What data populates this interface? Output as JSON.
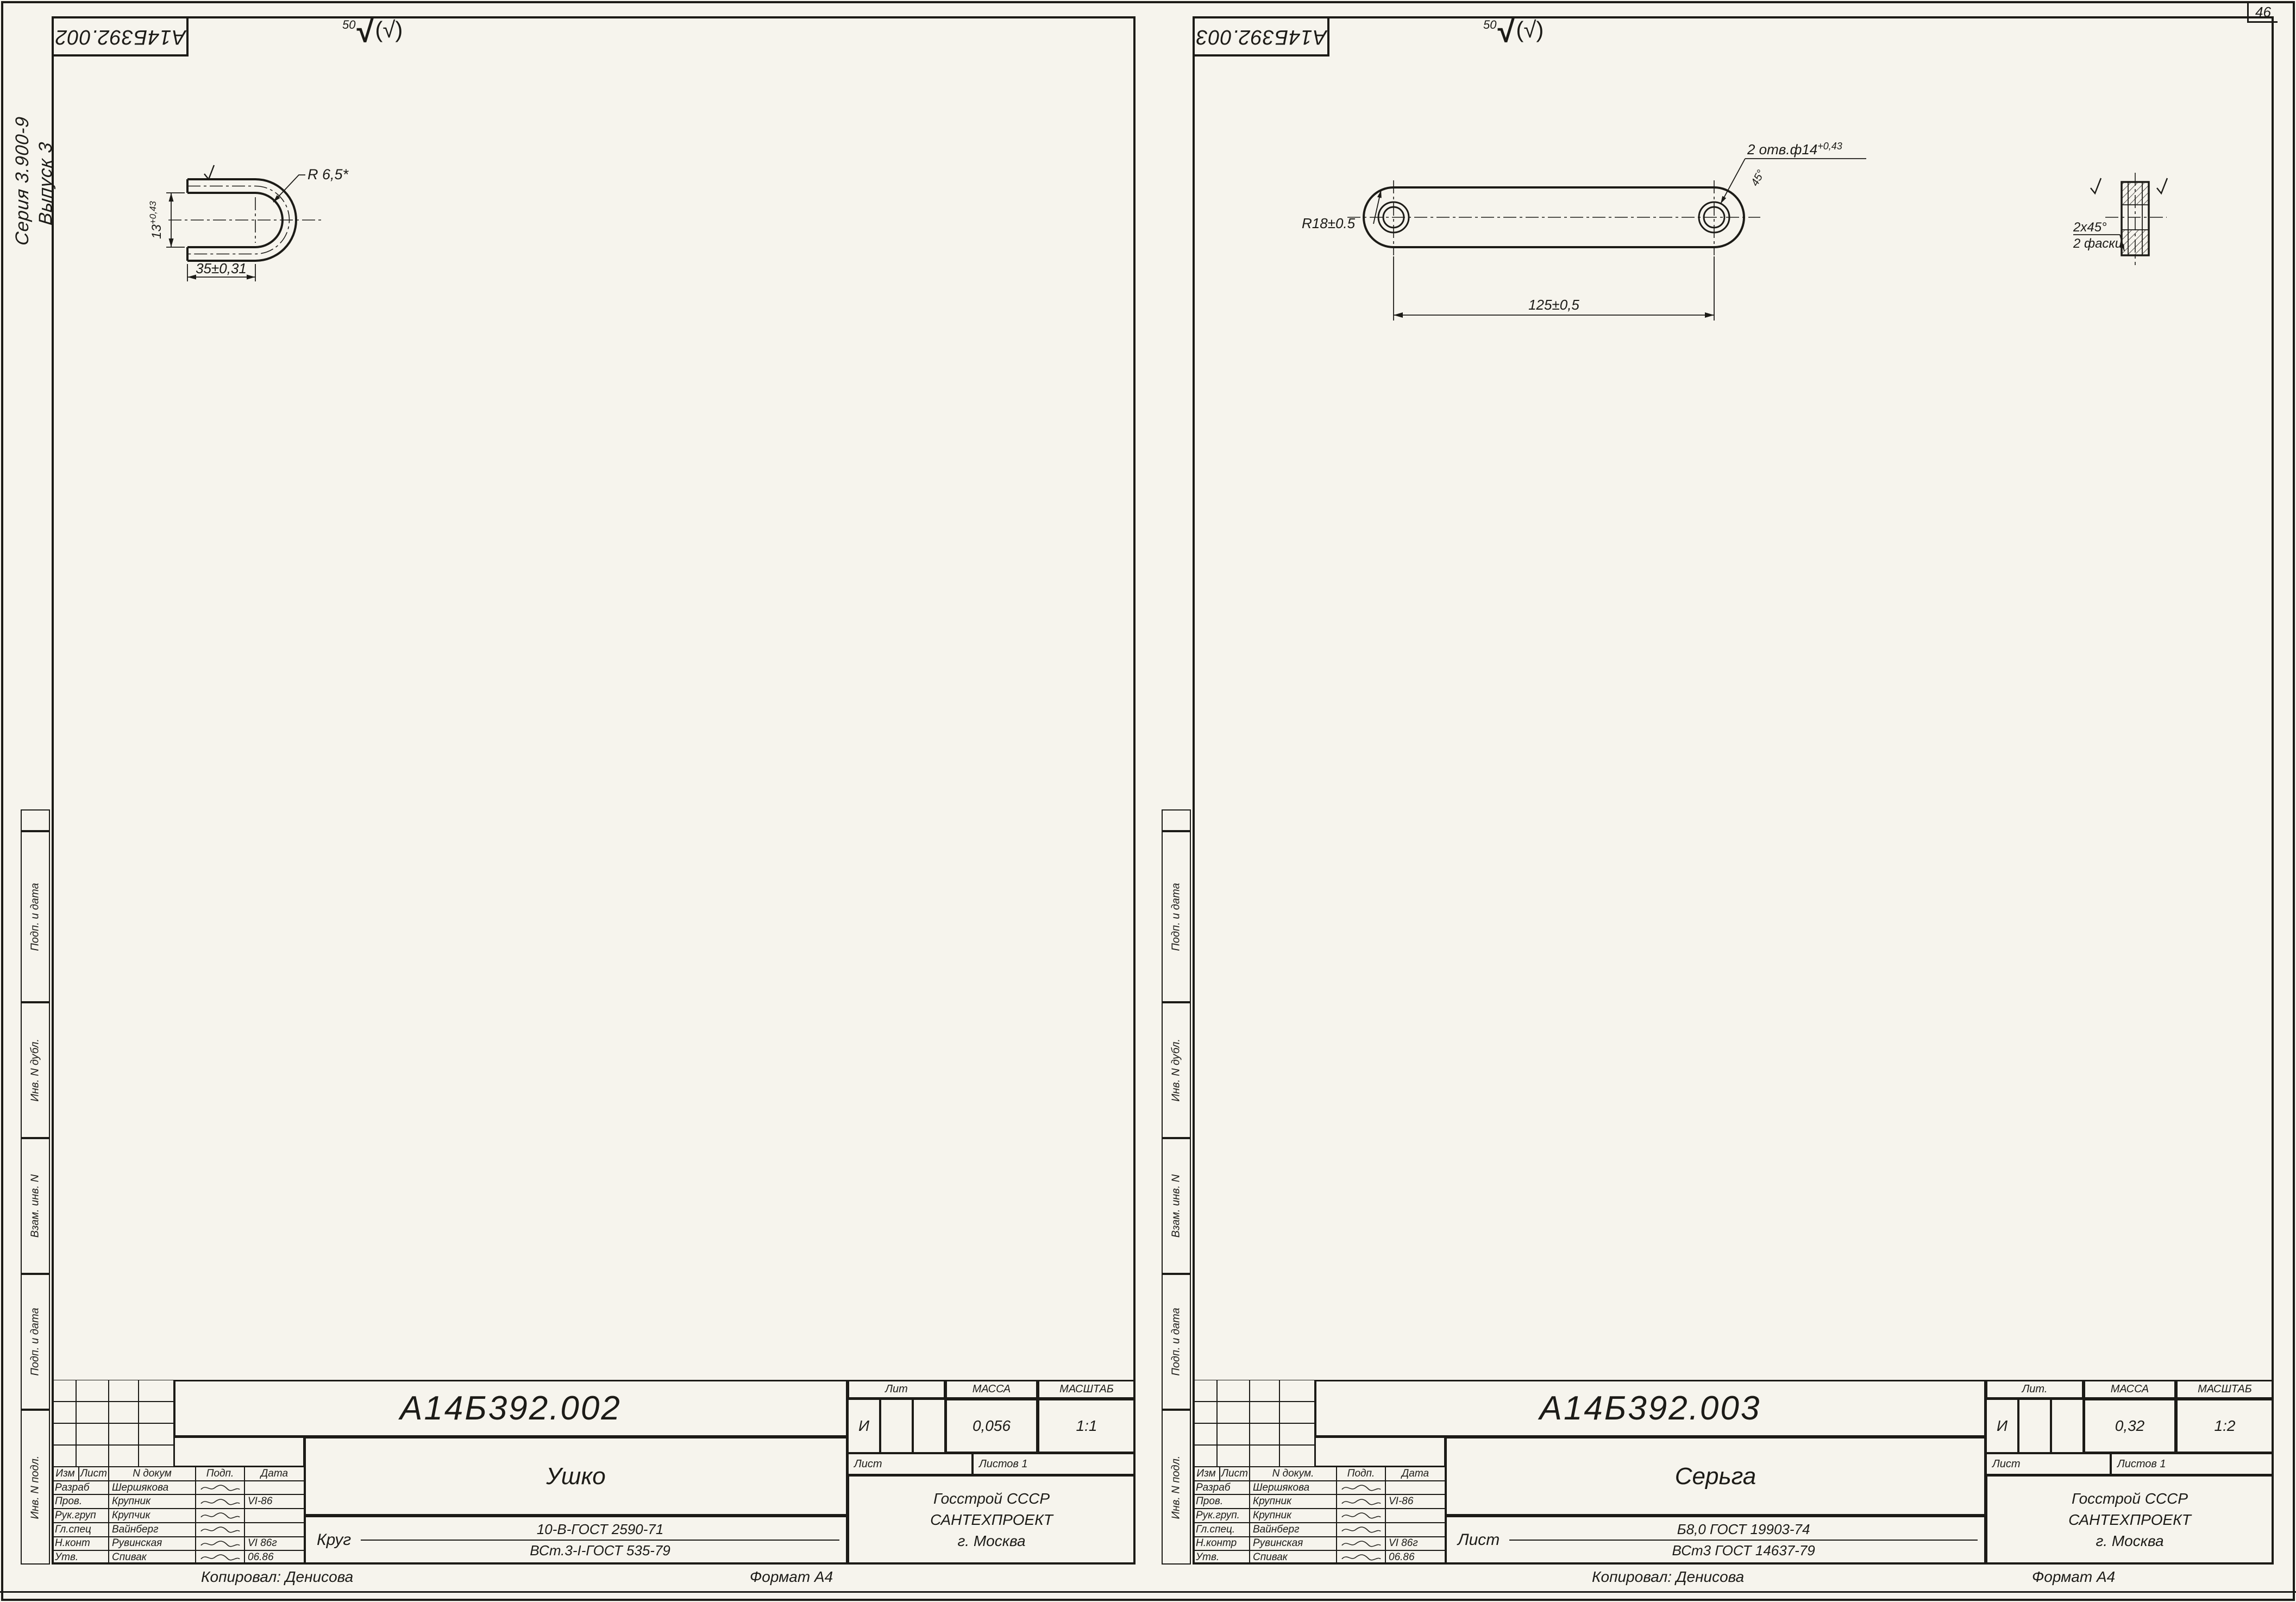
{
  "page": {
    "number": "46"
  },
  "margin_note": {
    "line1": "Серия 3.900-9",
    "line2": "Выпуск 3"
  },
  "stamp_labels": {
    "s1": "Подп. и дата",
    "s2": "Инв. N дубл.",
    "s3": "Взам. инв. N",
    "s4": "Подп. и дата",
    "s5": "Инв. N подл."
  },
  "sheets": {
    "left": {
      "designation": "А14Б392.002",
      "roughness": {
        "value": "50",
        "mark": "√",
        "paren": "(√)"
      },
      "part_name": "Ушко",
      "material": {
        "label": "Круг",
        "top": "10-В-ГОСТ 2590-71",
        "bottom": "ВСт.3-I-ГОСТ 535-79"
      },
      "props": {
        "litera_label": "Лит",
        "mass_label": "МАССА",
        "scale_label": "МАСШТАБ",
        "litera": "И",
        "mass": "0,056",
        "scale": "1:1",
        "sheet_label": "Лист",
        "sheets_label": "Листов 1"
      },
      "org": {
        "line1": "Госстрой СССР",
        "line2": "САНТЕХПРОЕКТ",
        "line3": "г. Москва"
      },
      "table": {
        "h_izm": "Изм",
        "h_list": "Лист",
        "h_doc": "N докум",
        "h_sign": "Подп.",
        "h_date": "Дата",
        "r1_role": "Разраб",
        "r1_name": "Шершякова",
        "r2_role": "Пров.",
        "r2_name": "Крупник",
        "r2_date": "VI-86",
        "r3_role": "Рук.груп",
        "r3_name": "Крупчик",
        "r4_role": "Гл.спец",
        "r4_name": "Вайнберг",
        "r5_role": "Н.конт",
        "r5_name": "Рувинская",
        "r5_date": "VI 86г",
        "r6_role": "Утв.",
        "r6_name": "Спивак",
        "r6_date": "06.86"
      },
      "dims": {
        "radius": "R 6,5*",
        "length": "35±0,31",
        "slot_base": "13",
        "slot_tol": "+0,43"
      },
      "footer": {
        "copied": "Копировал: Денисова",
        "format": "Формат А4"
      }
    },
    "right": {
      "designation": "А14Б392.003",
      "roughness": {
        "value": "50",
        "mark": "√",
        "paren": "(√)"
      },
      "part_name": "Серьга",
      "material": {
        "label": "Лист",
        "top": "Б8,0 ГОСТ 19903-74",
        "bottom": "ВСт3 ГОСТ 14637-79"
      },
      "props": {
        "litera_label": "Лит.",
        "mass_label": "МАССА",
        "scale_label": "МАСШТАБ",
        "litera": "И",
        "mass": "0,32",
        "scale": "1:2",
        "sheet_label": "Лист",
        "sheets_label": "Листов 1"
      },
      "org": {
        "line1": "Госстрой СССР",
        "line2": "САНТЕХПРОЕКТ",
        "line3": "г. Москва"
      },
      "table": {
        "h_izm": "Изм",
        "h_list": "Лист",
        "h_doc": "N докум.",
        "h_sign": "Подп.",
        "h_date": "Дата",
        "r1_role": "Разраб",
        "r1_name": "Шершякова",
        "r2_role": "Пров.",
        "r2_name": "Крупник",
        "r2_date": "VI-86",
        "r3_role": "Рук.груп.",
        "r3_name": "Крупник",
        "r4_role": "Гл.спец.",
        "r4_name": "Вайнберг",
        "r5_role": "Н.контр",
        "r5_name": "Рувинская",
        "r5_date": "VI 86г",
        "r6_role": "Утв.",
        "r6_name": "Спивак",
        "r6_date": "06.86"
      },
      "dims": {
        "radius": "R18±0.5",
        "length": "125±0,5",
        "holes_base": "2 отв.ф14",
        "holes_tol": "+0,43",
        "angle": "45°",
        "chamfer": "2x45°",
        "chamfer_note": "2 фаски"
      },
      "footer": {
        "copied": "Копировал: Денисова",
        "format": "Формат А4"
      }
    }
  }
}
